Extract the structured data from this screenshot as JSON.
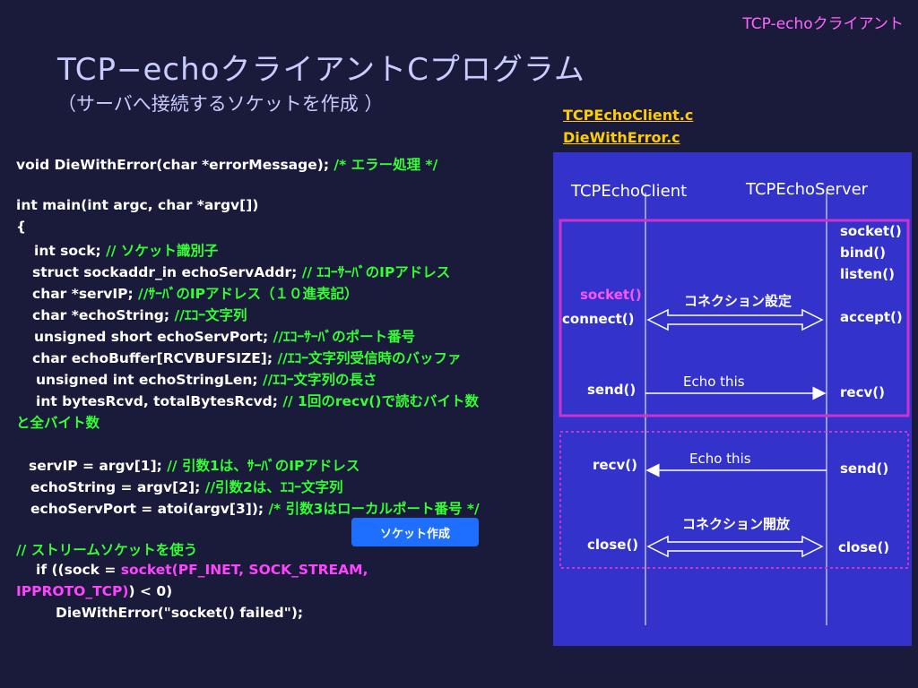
{
  "header": {
    "tag": "TCP-echoクライアント",
    "title": "TCP−echoクライアントCプログラム",
    "subtitle": "（サーバへ接続するソケットを作成 ）"
  },
  "files": {
    "client": "TCPEchoClient.c",
    "error": "DieWithError.c"
  },
  "code": {
    "l1": "void DieWithError(char *errorMessage); ",
    "l1c": "/* エラー処理 */",
    "l2": "int main(int argc, char *argv[])",
    "l3": "{",
    "l4": "int sock; ",
    "l4c": "// ソケット識別子",
    "l5": "struct sockaddr_in echoServAddr; ",
    "l5c": "// ｴｺｰｻｰﾊﾞのIPアドレス",
    "l6": "char *servIP; ",
    "l6c": "//ｻｰﾊﾞのIPアドレス（１０進表記）",
    "l7": "char *echoString; ",
    "l7c": "//ｴｺｰ文字列",
    "l8": "unsigned short echoServPort; ",
    "l8c": "//ｴｺｰｻｰﾊﾞのポート番号",
    "l9": "char echoBuffer[RCVBUFSIZE]; ",
    "l9c": "//ｴｺｰ文字列受信時のバッファ",
    "l10": "unsigned int echoStringLen; ",
    "l10c": "//ｴｺｰ文字列の長さ",
    "l11": "int bytesRcvd, totalBytesRcvd; ",
    "l11c": "// 1回のrecv()で読むバイト数",
    "l11c2": "と全バイト数",
    "l12": "servIP = argv[1]; ",
    "l12c": "// 引数1は、ｻｰﾊﾞのIPアドレス",
    "l13": "echoString = argv[2]; ",
    "l13c": "//引数2は、ｴｺｰ文字列",
    "l14": "echoServPort = atoi(argv[3]); ",
    "l14c": "/* 引数3はローカルポート番号 */",
    "l15c": "// ストリームソケットを使う",
    "l16a": "if ((sock = ",
    "l16b": "socket(PF_INET, SOCK_STREAM,",
    "l17a": "IPPROTO_TCP)",
    "l17b": ") < 0)",
    "l18": "DieWithError(\"socket() failed\");"
  },
  "callout": "ソケット作成",
  "diagram": {
    "client_header": "TCPEchoClient",
    "server_header": "TCPEchoServer",
    "server_socket": "socket()",
    "server_bind": "bind()",
    "server_listen": "listen()",
    "client_socket": "socket()",
    "client_connect": "connect()",
    "server_accept": "accept()",
    "conn_setup": "コネクション設定",
    "client_send": "send()",
    "echo1": "Echo this",
    "server_recv": "recv()",
    "client_recv": "recv()",
    "echo2": "Echo this",
    "server_send": "send()",
    "conn_close": "コネクション開放",
    "client_close": "close()",
    "server_close": "close()"
  },
  "colors": {
    "background": "#1a1a3a",
    "title": "#c8ccff",
    "comment": "#33ff33",
    "highlight": "#ff44ff",
    "file_link": "#ffcc00",
    "diagram_bg": "#3333cc",
    "callout": "#1f6fff"
  }
}
